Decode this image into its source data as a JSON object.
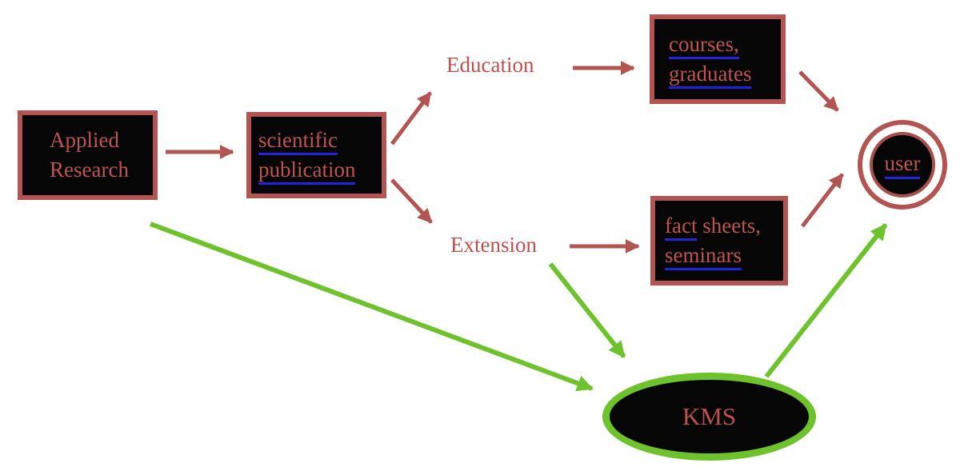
{
  "nodes": {
    "applied_research": {
      "line1": "Applied",
      "line2": "Research"
    },
    "scientific_publication": {
      "line1": "scientific",
      "line2": "publication"
    },
    "education_label": "Education",
    "extension_label": "Extension",
    "courses_graduates": {
      "line1": "courses,",
      "line2": "graduates"
    },
    "fact_sheets_seminars": {
      "line1_linked": "fact",
      "line1_plain": " sheets,",
      "line2": "seminars"
    },
    "user_label": "user",
    "kms_label": "KMS"
  },
  "colors": {
    "node_fill": "#060606",
    "node_border_red": "#b25451",
    "text_red": "#c0504d",
    "arrow_red": "#b25451",
    "arrow_green": "#6ec32d",
    "kms_border_green": "#6ec32d",
    "link_underline_blue": "#2323dd",
    "background": "#ffffff"
  },
  "edges": [
    {
      "from": "applied-research",
      "to": "scientific-publication",
      "color": "red"
    },
    {
      "from": "scientific-publication",
      "to": "education",
      "color": "red"
    },
    {
      "from": "scientific-publication",
      "to": "extension",
      "color": "red"
    },
    {
      "from": "education",
      "to": "courses-graduates",
      "color": "red"
    },
    {
      "from": "extension",
      "to": "fact-sheets-seminars",
      "color": "red"
    },
    {
      "from": "courses-graduates",
      "to": "user",
      "color": "red"
    },
    {
      "from": "fact-sheets-seminars",
      "to": "user",
      "color": "red"
    },
    {
      "from": "applied-research",
      "to": "kms",
      "color": "green"
    },
    {
      "from": "extension",
      "to": "kms",
      "color": "green"
    },
    {
      "from": "kms",
      "to": "user",
      "color": "green"
    }
  ]
}
